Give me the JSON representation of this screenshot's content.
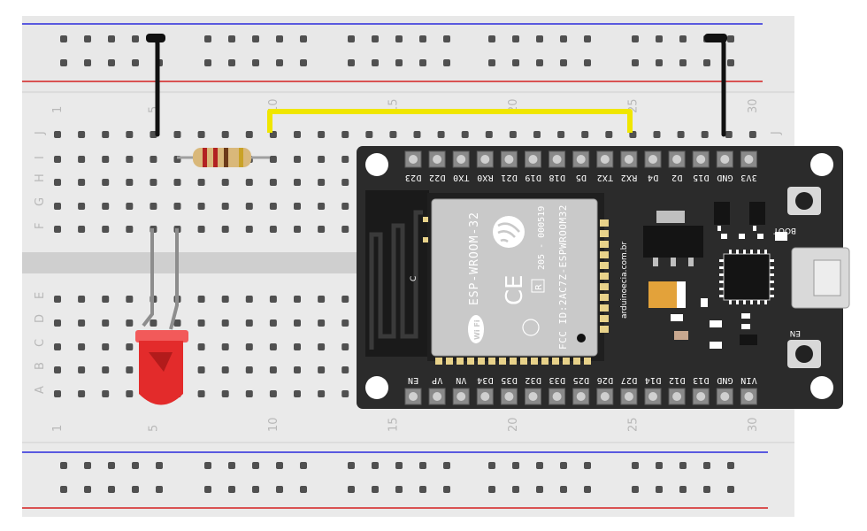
{
  "breadboard": {
    "column_numbers": [
      "1",
      "5",
      "10",
      "15",
      "20",
      "25",
      "30"
    ],
    "row_letters_top": [
      "J",
      "I",
      "H",
      "G",
      "F"
    ],
    "row_letters_bottom": [
      "E",
      "D",
      "C",
      "B",
      "A"
    ]
  },
  "board": {
    "top_pin_labels": [
      "D23",
      "D22",
      "TX0",
      "RX0",
      "D21",
      "D19",
      "D18",
      "D5",
      "TX2",
      "RX2",
      "D4",
      "D2",
      "D15",
      "GND",
      "3V3"
    ],
    "bottom_pin_labels": [
      "EN",
      "VP",
      "VN",
      "D34",
      "D35",
      "D32",
      "D33",
      "D25",
      "D26",
      "D27",
      "D14",
      "D12",
      "D13",
      "GND",
      "VIN"
    ],
    "module_name": "ESP-WROOM-32",
    "module_fcc": "FCC ID:2AC7Z-ESPWROOM32",
    "module_r": "205 - 000519",
    "module_r_mark": "R",
    "module_ce": "CE",
    "wifi": "Wi Fi",
    "antenna_c": "C",
    "watermark": "arduinoecia.com.br",
    "boot_label": "BOOT",
    "en_label": "EN"
  },
  "colors": {
    "breadboard": "#eaeaea",
    "rail_blue": "#2a2adc",
    "rail_red": "#d42020",
    "hole": "#505050",
    "board": "#2b2b2b",
    "module_pcb": "#1f1f1f",
    "shield": "#c9c9c9",
    "yellow_wire": "#f0e600",
    "black_wire": "#111111",
    "led_red": "#e32b2b"
  },
  "components": {
    "resistor": "resistor",
    "led": "red LED",
    "wires": [
      "black",
      "black",
      "yellow"
    ]
  }
}
